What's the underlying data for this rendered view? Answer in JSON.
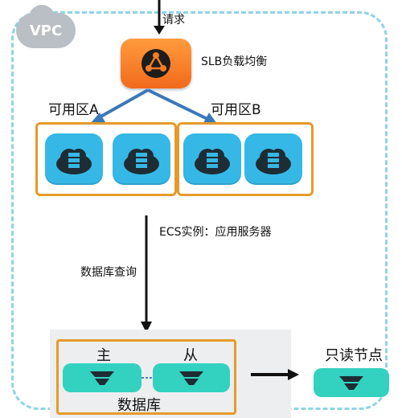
{
  "vpc": {
    "badge": "VPC"
  },
  "request": {
    "label": "请求"
  },
  "slb": {
    "label": "SLB负载均衡",
    "icon": "slb-hub-icon",
    "color": "#f47c22"
  },
  "zones": [
    {
      "label": "可用区A"
    },
    {
      "label": "可用区B"
    }
  ],
  "ecs": {
    "label": "ECS实例：应用服务器",
    "icon": "cloud-server-icon",
    "color": "#35b8e6"
  },
  "db_query": {
    "label": "数据库查询"
  },
  "database": {
    "primary_label": "主",
    "replica_label": "从",
    "group_label": "数据库",
    "color": "#33d1c0"
  },
  "readonly": {
    "label": "只读节点"
  },
  "colors": {
    "zone_border": "#e69a2a",
    "vpc_border": "#8fd3ea",
    "arrow": "#3b78b8"
  }
}
